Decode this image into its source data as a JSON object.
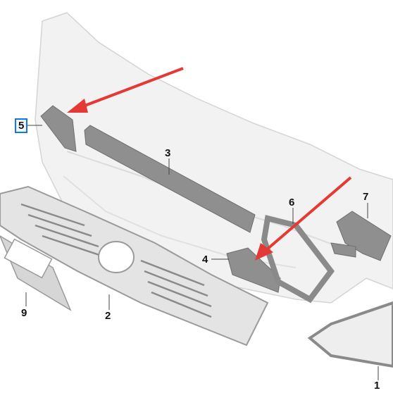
{
  "diagram": {
    "type": "exploded-parts-diagram",
    "callouts": [
      {
        "id": "1",
        "label": "1"
      },
      {
        "id": "2",
        "label": "2"
      },
      {
        "id": "3",
        "label": "3"
      },
      {
        "id": "4",
        "label": "4"
      },
      {
        "id": "5",
        "label": "5",
        "highlighted": true
      },
      {
        "id": "6",
        "label": "6"
      },
      {
        "id": "7",
        "label": "7"
      },
      {
        "id": "9",
        "label": "9"
      }
    ],
    "arrows": [
      {
        "name": "upper-arrow",
        "points_to": "5",
        "color": "#e53935"
      },
      {
        "name": "lower-arrow",
        "points_to": "4",
        "color": "#e53935"
      }
    ],
    "colors": {
      "bumper_fill": "#f2f2f2",
      "part_fill": "#8f8f8f",
      "arrow": "#e53935",
      "highlight": "#1a73e8"
    }
  }
}
